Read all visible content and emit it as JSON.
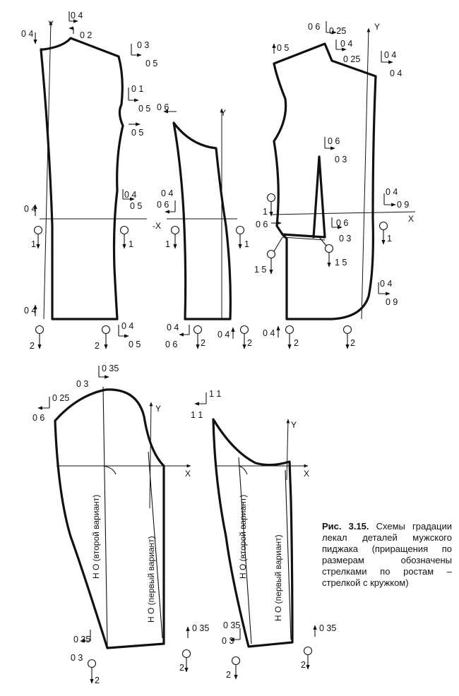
{
  "pieces": [
    {
      "name": "back",
      "axis_labels": {
        "y": "Y"
      },
      "labels": {
        "a": "0 4",
        "b": "0 4",
        "c": "0 2",
        "d": "0 3",
        "e": "0 5",
        "f": "0 1",
        "g": "0 5",
        "h": "0 5",
        "i": "0 4",
        "j": "0 5",
        "k": "0 4",
        "l": "1",
        "m": "1",
        "n": "0 4",
        "o": "2",
        "p": "2",
        "q": "0 4",
        "r": "0 5"
      }
    },
    {
      "name": "side",
      "axis_labels": {
        "y": "Y",
        "x": "-X"
      },
      "labels": {
        "a": "0 6",
        "b": "0 4",
        "c": "0 6",
        "d": "1",
        "e": "1",
        "f": "0 4",
        "g": "0 6",
        "h": "2",
        "i": "0 4",
        "j": "2"
      }
    },
    {
      "name": "front",
      "axis_labels": {
        "y": "Y",
        "x": "X"
      },
      "labels": {
        "a": "0 6",
        "b": "0 25",
        "c": "0 4",
        "d": "0 25",
        "e": "0 5",
        "f": "0 4",
        "g": "0 4",
        "h": "0 6",
        "i": "0 3",
        "j": "0 4",
        "k": "0 9",
        "l": "1",
        "m": "0 6",
        "n": "0 6",
        "o": "0 3",
        "p": "1",
        "q": "1 5",
        "r": "1 5",
        "s": "0 4",
        "t": "0 9",
        "u": "0 4",
        "v": "2",
        "w": "2"
      }
    },
    {
      "name": "sleeve-upper",
      "axis_labels": {
        "y": "Y",
        "x": "X"
      },
      "labels": {
        "a": "0 35",
        "b": "0 3",
        "c": "0 25",
        "d": "0 6",
        "e": "0 35",
        "f": "0 3",
        "g": "0 35",
        "h": "2",
        "i": "2"
      },
      "guides": {
        "second": "Н О (второй вариант)",
        "first": "Н О (первый вариант)"
      }
    },
    {
      "name": "sleeve-under",
      "axis_labels": {
        "y": "Y",
        "x": "X"
      },
      "labels": {
        "a": "1 1",
        "b": "1 1",
        "c": "0 35",
        "d": "0 3",
        "e": "0 35",
        "f": "2",
        "g": "2"
      },
      "guides": {
        "second": "Н О (второй вариант)",
        "first": "Н О (первый вариант)"
      }
    }
  ],
  "caption": {
    "number": "Рис. 3.15.",
    "text": "Схемы градации лекал деталей мужского пиджака (приращения по размерам обозначены стрелками по ростам – стрелкой с кружком)"
  }
}
